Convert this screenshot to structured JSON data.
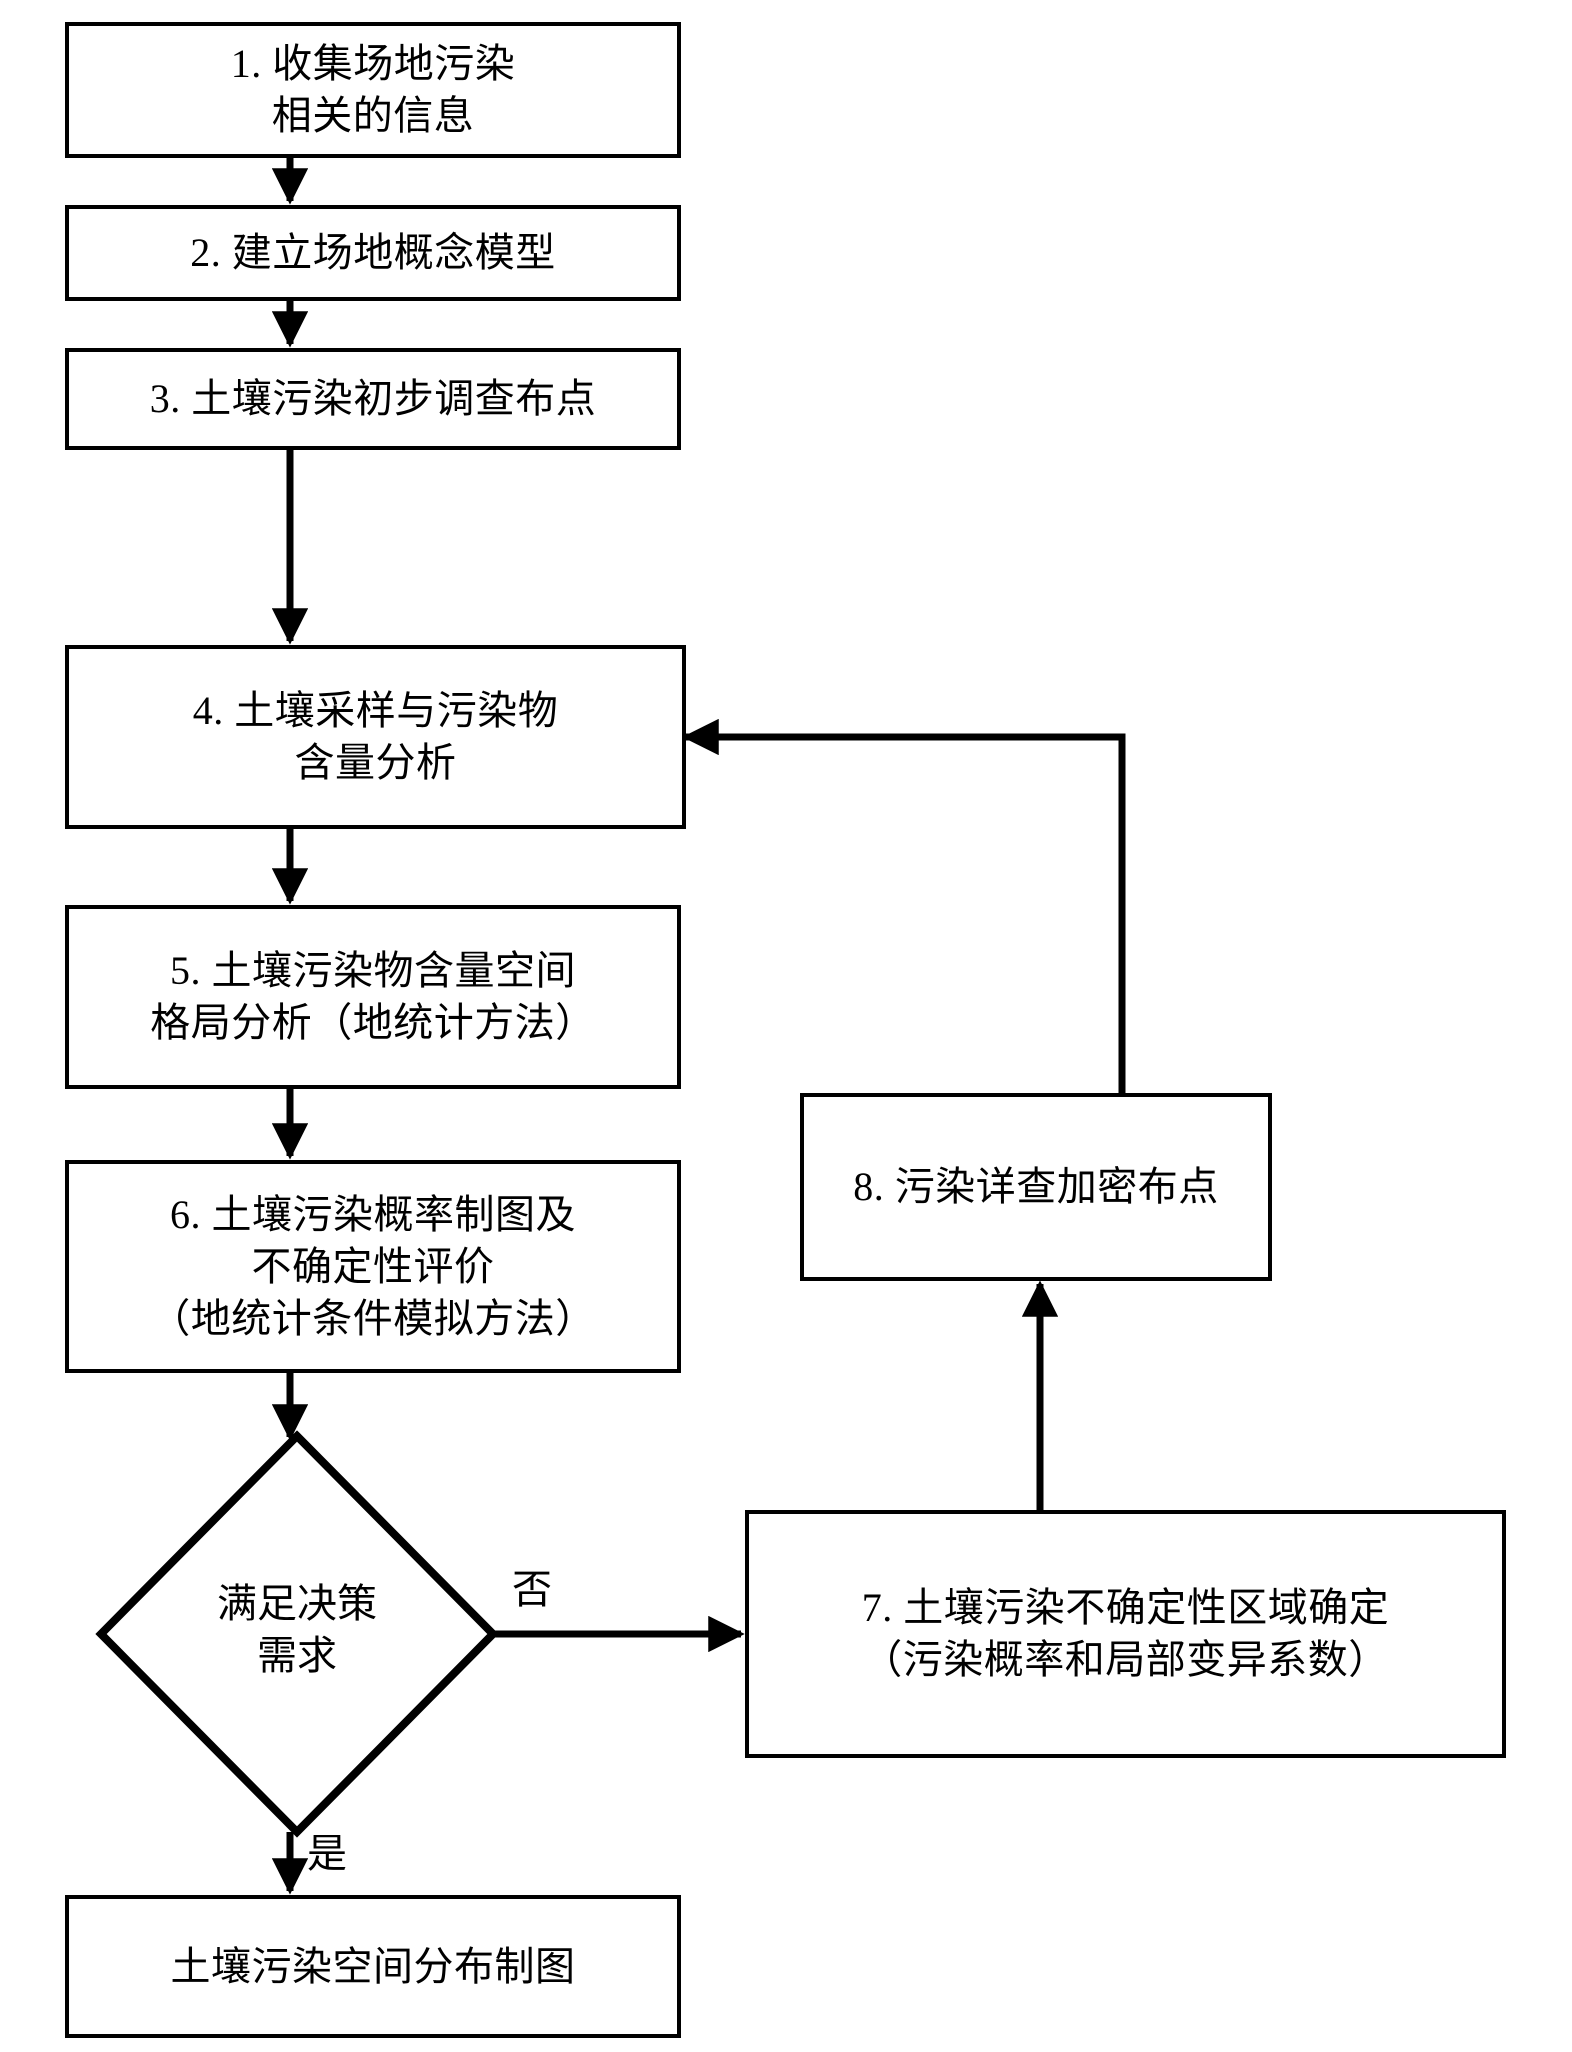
{
  "diagram": {
    "type": "flowchart",
    "title": "",
    "orientation": "top-to-bottom",
    "stroke_color": "#000000",
    "fill_color": "#ffffff",
    "nodes": {
      "n1": {
        "shape": "rect",
        "text": "1. 收集场地污染\n相关的信息"
      },
      "n2": {
        "shape": "rect",
        "text": "2. 建立场地概念模型"
      },
      "n3": {
        "shape": "rect",
        "text": "3. 土壤污染初步调查布点"
      },
      "n4": {
        "shape": "rect",
        "text": "4. 土壤采样与污染物\n含量分析"
      },
      "n5": {
        "shape": "rect",
        "text": "5. 土壤污染物含量空间\n格局分析（地统计方法）"
      },
      "n6": {
        "shape": "rect",
        "text": "6. 土壤污染概率制图及\n不确定性评价\n（地统计条件模拟方法）"
      },
      "n7": {
        "shape": "rect",
        "text": "7. 土壤污染不确定性区域确定\n（污染概率和局部变异系数）"
      },
      "n8": {
        "shape": "rect",
        "text": "8. 污染详查加密布点"
      },
      "decision": {
        "shape": "diamond",
        "text": "满足决策\n需求"
      },
      "result": {
        "shape": "rect",
        "text": "土壤污染空间分布制图"
      }
    },
    "edges": [
      {
        "from": "n1",
        "to": "n2",
        "label": ""
      },
      {
        "from": "n2",
        "to": "n3",
        "label": ""
      },
      {
        "from": "n3",
        "to": "n4",
        "label": ""
      },
      {
        "from": "n4",
        "to": "n5",
        "label": ""
      },
      {
        "from": "n5",
        "to": "n6",
        "label": ""
      },
      {
        "from": "n6",
        "to": "decision",
        "label": ""
      },
      {
        "from": "decision",
        "to": "n7",
        "label": "否"
      },
      {
        "from": "decision",
        "to": "result",
        "label": "是"
      },
      {
        "from": "n7",
        "to": "n8",
        "label": ""
      },
      {
        "from": "n8",
        "to": "n4",
        "label": ""
      }
    ],
    "labels": {
      "no": "否",
      "yes": "是"
    }
  }
}
